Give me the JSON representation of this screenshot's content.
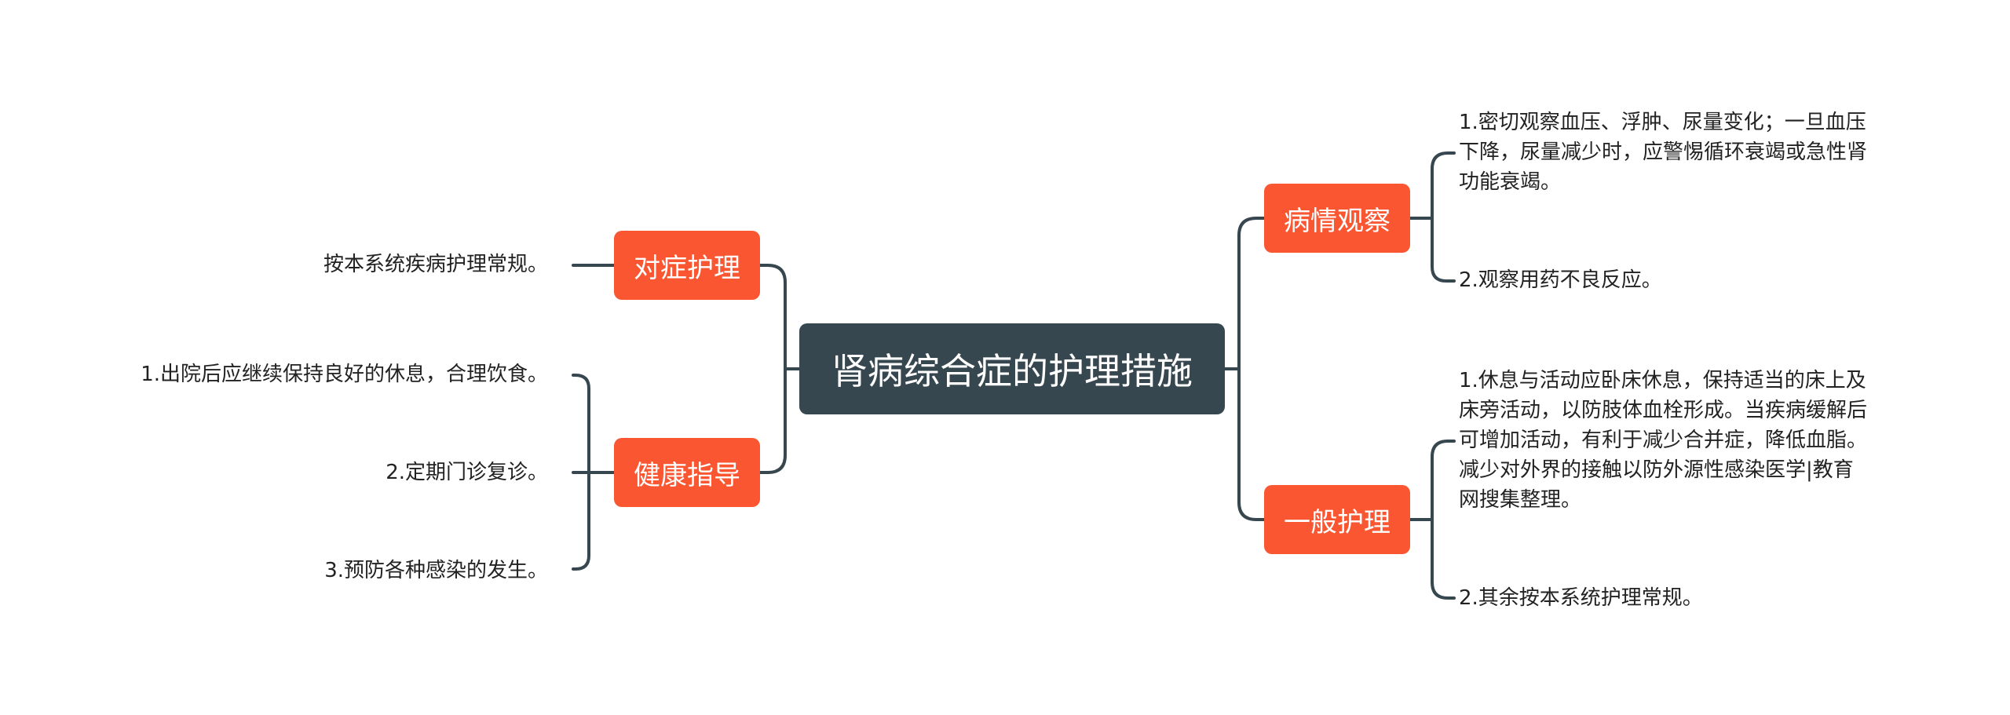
{
  "root": {
    "label": "肾病综合症的护理措施"
  },
  "branches": {
    "symptom_care": {
      "label": "对症护理",
      "items": [
        "按本系统疾病护理常规。"
      ]
    },
    "health_guidance": {
      "label": "健康指导",
      "items": [
        "1.出院后应继续保持良好的休息，合理饮食。",
        "2.定期门诊复诊。",
        "3.预防各种感染的发生。"
      ]
    },
    "condition_observation": {
      "label": "病情观察",
      "items": [
        [
          "1.密切观察血压、浮肿、尿量变化；一旦血压",
          "下降，尿量减少时，应警惕循环衰竭或急性肾",
          "功能衰竭。"
        ],
        [
          "2.观察用药不良反应。"
        ]
      ]
    },
    "general_care": {
      "label": "一般护理",
      "items": [
        [
          "1.休息与活动应卧床休息，保持适当的床上及",
          "床旁活动，以防肢体血栓形成。当疾病缓解后",
          "可增加活动，有利于减少合并症，降低血脂。",
          "减少对外界的接触以防外源性感染医学|教育",
          "网搜集整理。"
        ],
        [
          "2.其余按本系统护理常规。"
        ]
      ]
    }
  },
  "colors": {
    "root": "#37474f",
    "branch": "#fa5632",
    "connector": "#37474f",
    "leaf_text": "#222222"
  }
}
